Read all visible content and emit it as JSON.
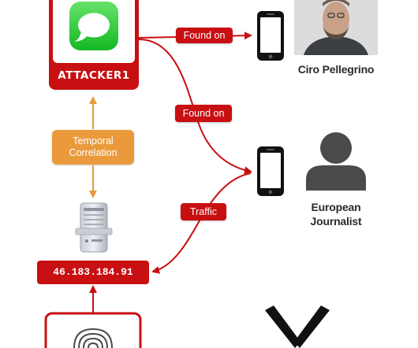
{
  "attacker": {
    "label": "ATTACKER1",
    "icon": "messages-app-icon"
  },
  "edges": {
    "found_on_1": "Found on",
    "found_on_2": "Found on",
    "traffic": "Traffic"
  },
  "correlation": {
    "line1": "Temporal",
    "line2": "Correlation"
  },
  "targets": {
    "person1": "Ciro Pellegrino",
    "person2_line1": "European",
    "person2_line2": "Journalist"
  },
  "server": {
    "ip": "46.183.184.91",
    "icon": "server-icon"
  },
  "bottom": {
    "icon": "fingerprint-icon",
    "logo": "v-shape-logo"
  },
  "colors": {
    "red": "#c80f12",
    "orange": "#eb9a3b",
    "dark": "#2a2a2a"
  }
}
